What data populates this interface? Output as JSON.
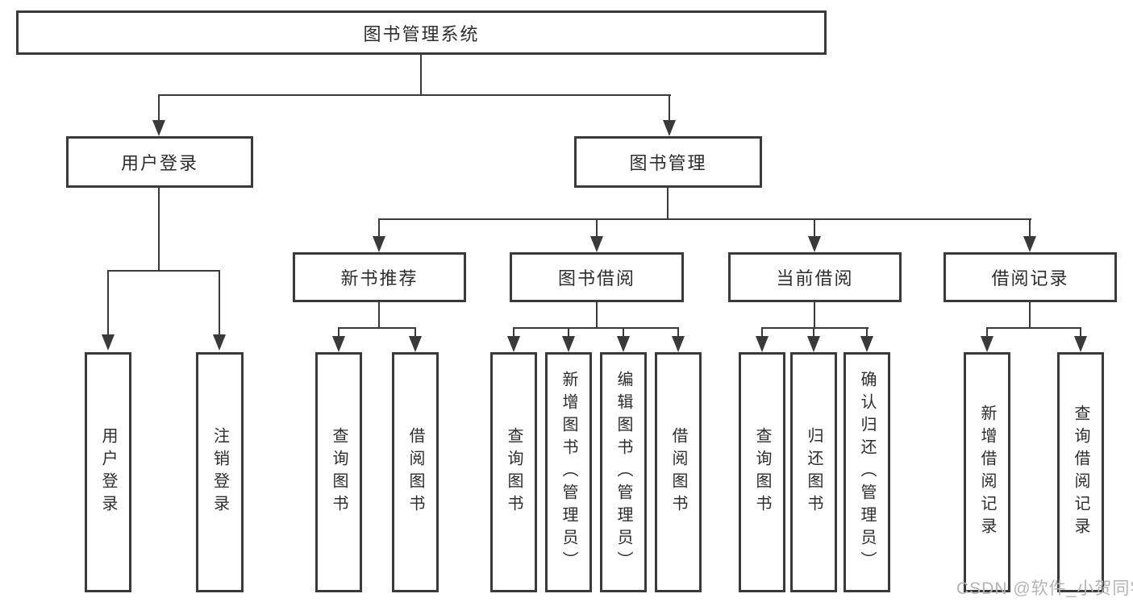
{
  "root": {
    "label": "图书管理系统"
  },
  "branches": [
    {
      "label": "用户登录",
      "children": [
        {
          "label": "用户登录"
        },
        {
          "label": "注销登录"
        }
      ]
    },
    {
      "label": "图书管理",
      "children": [
        {
          "label": "新书推荐",
          "children": [
            {
              "label": "查询图书"
            },
            {
              "label": "借阅图书"
            }
          ]
        },
        {
          "label": "图书借阅",
          "children": [
            {
              "label": "查询图书"
            },
            {
              "label": "新增图书（管理员）"
            },
            {
              "label": "编辑图书（管理员）"
            },
            {
              "label": "借阅图书"
            }
          ]
        },
        {
          "label": "当前借阅",
          "children": [
            {
              "label": "查询图书"
            },
            {
              "label": "归还图书"
            },
            {
              "label": "确认归还（管理员）"
            }
          ]
        },
        {
          "label": "借阅记录",
          "children": [
            {
              "label": "新增借阅记录"
            },
            {
              "label": "查询借阅记录"
            }
          ]
        }
      ]
    }
  ],
  "watermark": {
    "text": "CSDN @软件_小贺同学"
  },
  "colors": {
    "line": "#3a3a3a",
    "text": "#2d2d2d",
    "watermark": "#b4b4b4",
    "background": "#ffffff"
  }
}
